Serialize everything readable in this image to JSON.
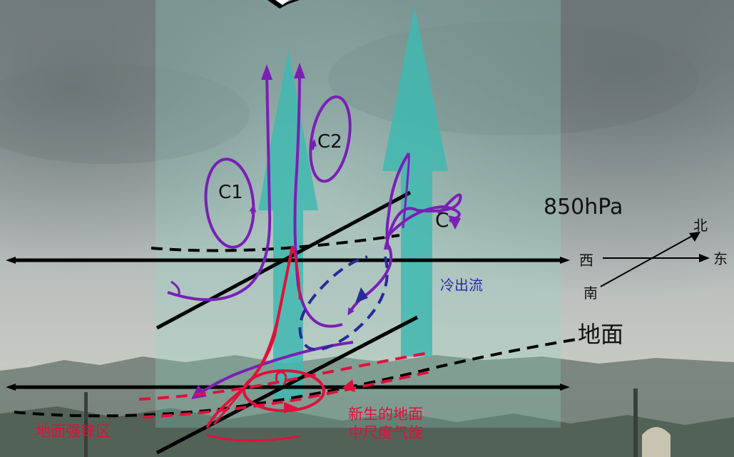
{
  "labels": {
    "level_850": "850hPa",
    "ground": "地面",
    "cold_outflow": "冷出流",
    "front_zone": "地面强锋区",
    "new_cyclone_line1": "新生的地面",
    "new_cyclone_line2": "中尺度气旋",
    "c1": "C1",
    "c2": "C2",
    "c": "C"
  },
  "compass": {
    "north": "北",
    "east": "东",
    "west": "西",
    "south": "南"
  },
  "colors": {
    "updraft_teal": "#3fb8b0",
    "circulation_purple": "#7a1fb5",
    "cold_outflow_navy": "#2a2a9a",
    "surface_red": "#e0103c",
    "line_black": "#000000",
    "text_blue": "#2d2ab0",
    "text_red": "#e0103c"
  }
}
